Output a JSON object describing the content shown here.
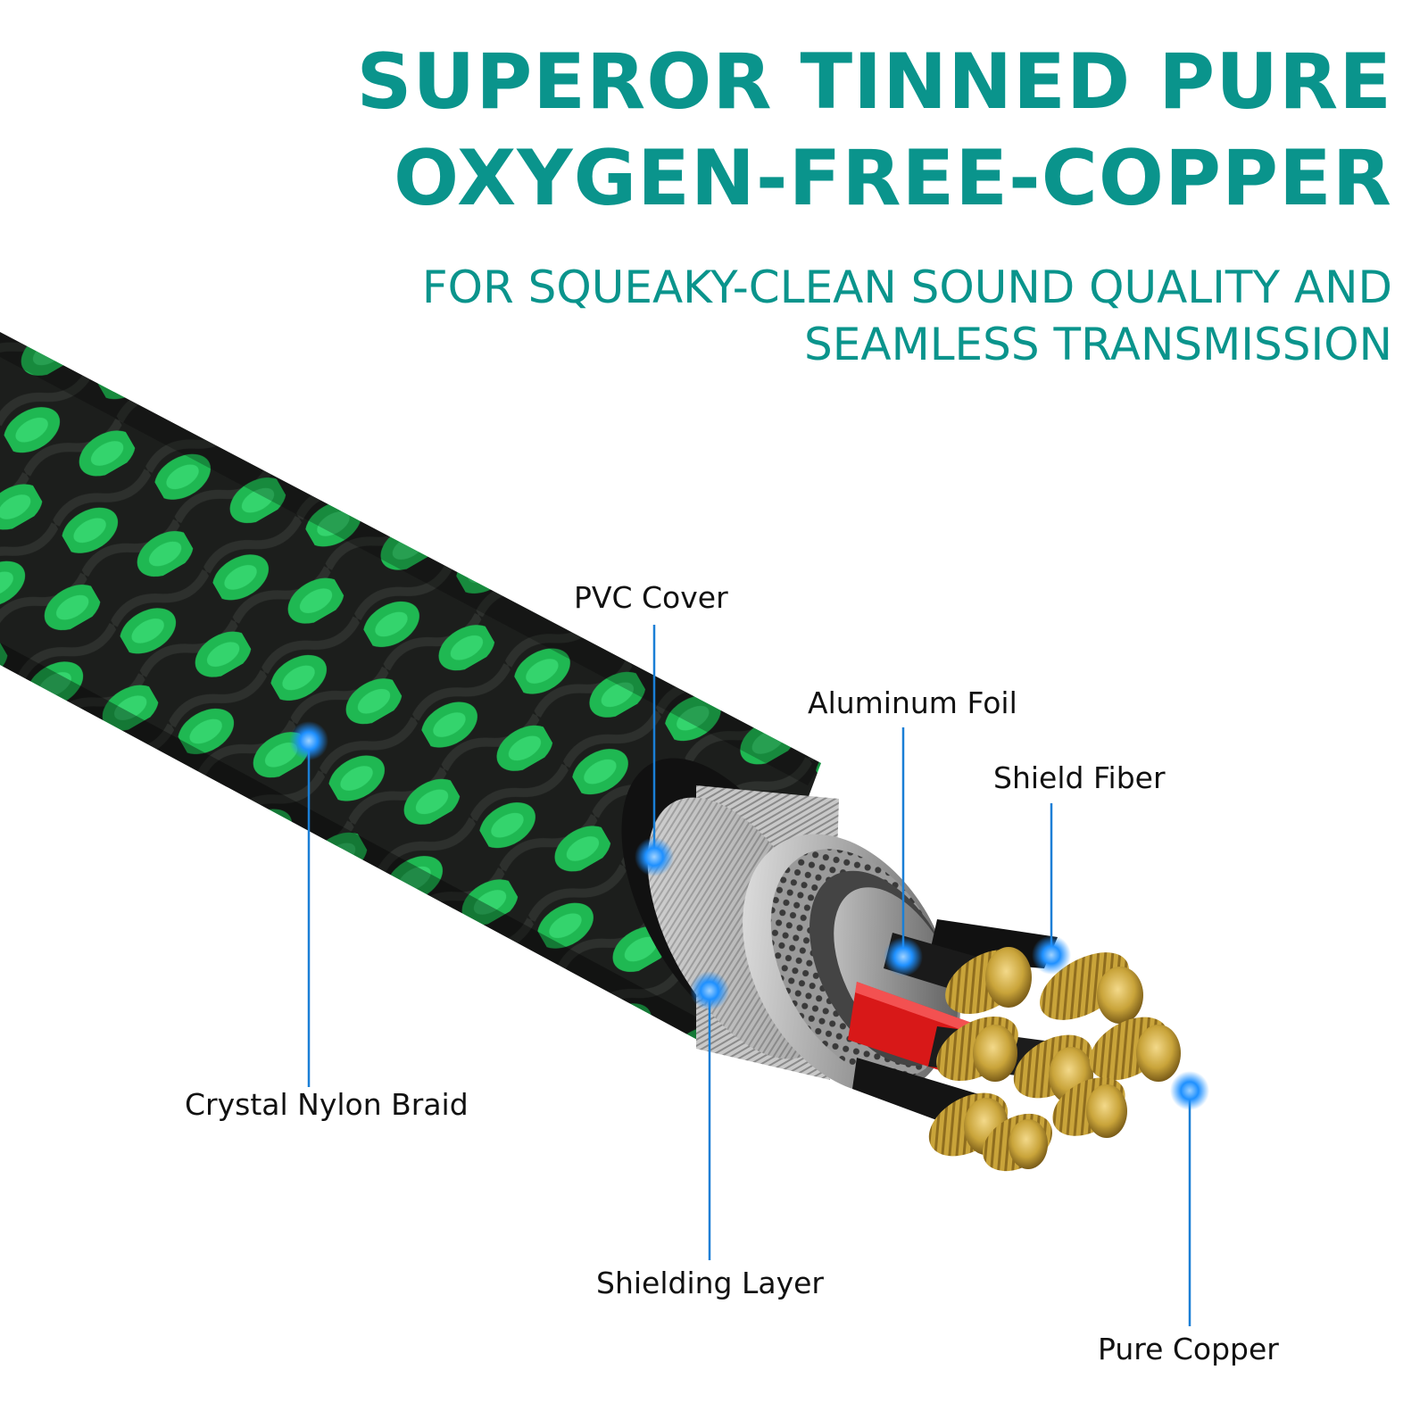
{
  "headline": {
    "line1": "SUPEROR TINNED PURE",
    "line2": "OXYGEN-FREE-COPPER",
    "color": "#0a948c"
  },
  "subline": {
    "line1": "FOR SQUEAKY-CLEAN SOUND QUALITY AND",
    "line2": "SEAMLESS TRANSMISSION"
  },
  "callouts": {
    "pvc_cover": "PVC Cover",
    "aluminum_foil": "Aluminum Foil",
    "shield_fiber": "Shield Fiber",
    "crystal_nylon_braid": "Crystal Nylon Braid",
    "shielding_layer": "Shielding Layer",
    "pure_copper": "Pure Copper"
  },
  "colors": {
    "callout_line": "#1a7fd6",
    "callout_dot": "#1e90ff",
    "braid_green": "#22c45a",
    "braid_black": "#1a1c1a",
    "copper": "#c9a43a",
    "red_wire": "#d81818"
  }
}
